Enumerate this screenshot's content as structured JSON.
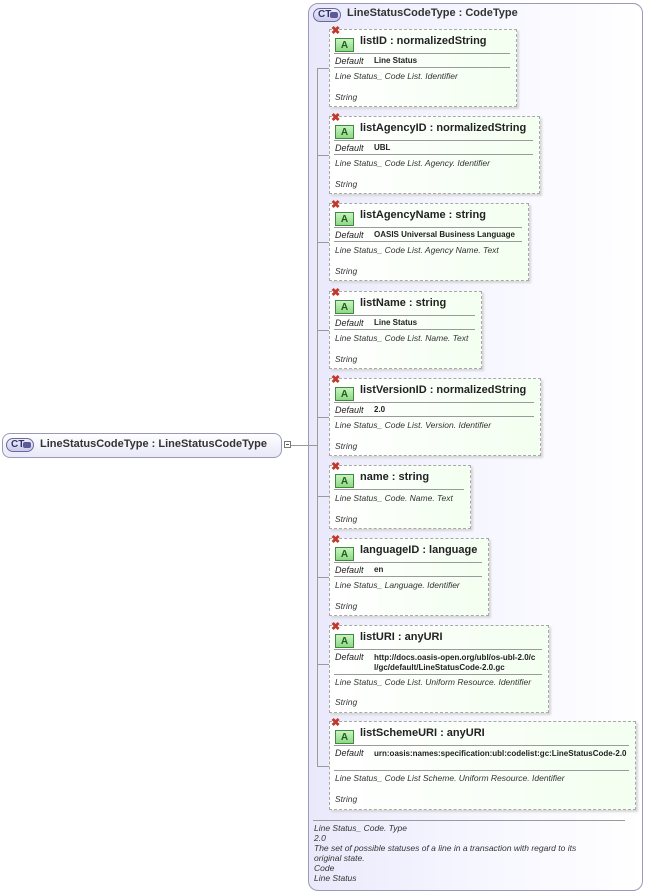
{
  "outer": {
    "badge": "CT",
    "title": "LineStatusCodeType : CodeType"
  },
  "root": {
    "badge": "CT",
    "title": "LineStatusCodeType : LineStatusCodeType"
  },
  "attributes": [
    {
      "name": "listID      : normalizedString",
      "default_label": "Default",
      "default_value": "Line Status",
      "annotation": "Line Status_ Code List. Identifier",
      "type_note": "String"
    },
    {
      "name": "listAgencyID : normalizedString",
      "default_label": "Default",
      "default_value": "UBL",
      "annotation": "Line Status_ Code List. Agency. Identifier",
      "type_note": "String"
    },
    {
      "name": "listAgencyName : string",
      "default_label": "Default",
      "default_value": "OASIS Universal Business Language",
      "annotation": "Line Status_ Code List. Agency Name. Text",
      "type_note": "String"
    },
    {
      "name": "listName : string",
      "default_label": "Default",
      "default_value": "Line Status",
      "annotation": "Line Status_ Code List. Name. Text",
      "type_note": "String"
    },
    {
      "name": "listVersionID : normalizedString",
      "default_label": "Default",
      "default_value": "2.0",
      "annotation": "Line Status_ Code List. Version. Identifier",
      "type_note": "String"
    },
    {
      "name": "name      : string",
      "default_label": "",
      "default_value": "",
      "annotation": "Line Status_ Code. Name. Text",
      "type_note": "String"
    },
    {
      "name": "languageID : language",
      "default_label": "Default",
      "default_value": "en",
      "annotation": "Line Status_ Language. Identifier",
      "type_note": "String"
    },
    {
      "name": "listURI     : anyURI",
      "default_label": "Default",
      "default_value": "http://docs.oasis-open.org/ubl/os-ubl-2.0/cl/gc/default/LineStatusCode-2.0.gc",
      "annotation": "Line Status_ Code List. Uniform Resource. Identifier",
      "type_note": "String"
    },
    {
      "name": "listSchemeURI : anyURI",
      "default_label": "Default",
      "default_value": "urn:oasis:names:specification:ubl:codelist:gc:LineStatusCode-2.0",
      "annotation": "Line Status_ Code List Scheme. Uniform Resource. Identifier",
      "type_note": "String"
    }
  ],
  "attribute_icon": {
    "glyph": "A",
    "icon": "attribute-icon",
    "optional_marker": "red-x-icon"
  },
  "footer": [
    "Line Status_ Code. Type",
    "2.0",
    "The set of possible statuses of a line in a transaction with regard to its",
    "original state.",
    "Code",
    "Line Status"
  ]
}
